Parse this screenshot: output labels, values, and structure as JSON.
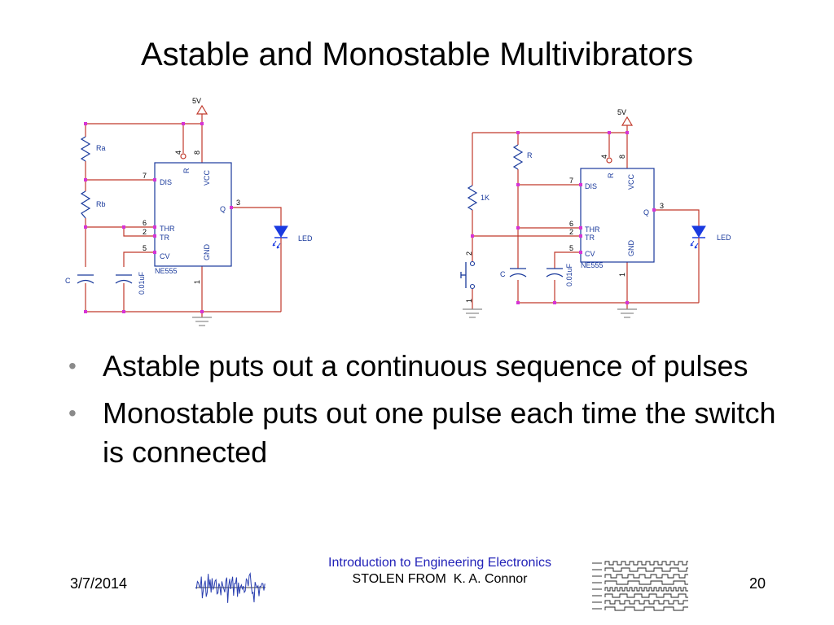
{
  "slide": {
    "title": "Astable and Monostable Multivibrators",
    "bullets": [
      "Astable puts out a continuous sequence of pulses",
      "Monostable puts out one pulse each time the switch is connected"
    ],
    "footer": {
      "date": "3/7/2014",
      "course": "Introduction to Engineering Electronics",
      "credit_prefix": "STOLEN FROM",
      "credit_name": "K. A. Connor",
      "page_number": "20"
    }
  },
  "astable": {
    "supply": "5V",
    "ra": "Ra",
    "rb": "Rb",
    "cap": "C",
    "cv_cap": "0.01uF",
    "chip": "NE555",
    "led": "LED",
    "pins": {
      "dis": "DIS",
      "thr": "THR",
      "tr": "TR",
      "cv": "CV",
      "q": "Q",
      "r": "R",
      "vcc": "VCC",
      "gnd": "GND",
      "n7": "7",
      "n6": "6",
      "n2": "2",
      "n5": "5",
      "n3": "3",
      "n4": "4",
      "n8": "8",
      "n1": "1"
    }
  },
  "monostable": {
    "supply": "5V",
    "r": "R",
    "r_pullup": "1K",
    "cap": "C",
    "cv_cap": "0.01uF",
    "chip": "NE555",
    "led": "LED",
    "switch_pins": [
      "2",
      "1"
    ],
    "pins": {
      "dis": "DIS",
      "thr": "THR",
      "tr": "TR",
      "cv": "CV",
      "q": "Q",
      "r": "R",
      "vcc": "VCC",
      "gnd": "GND",
      "n7": "7",
      "n6": "6",
      "n2": "2",
      "n5": "5",
      "n3": "3",
      "n4": "4",
      "n8": "8",
      "n1": "1"
    }
  },
  "colors": {
    "wire": "#c0392b",
    "component": "#1a3a9c",
    "junction": "#d633d6",
    "ground": "#8a8a8a",
    "led": "#1a3ae0",
    "footer_link": "#2323b8"
  }
}
